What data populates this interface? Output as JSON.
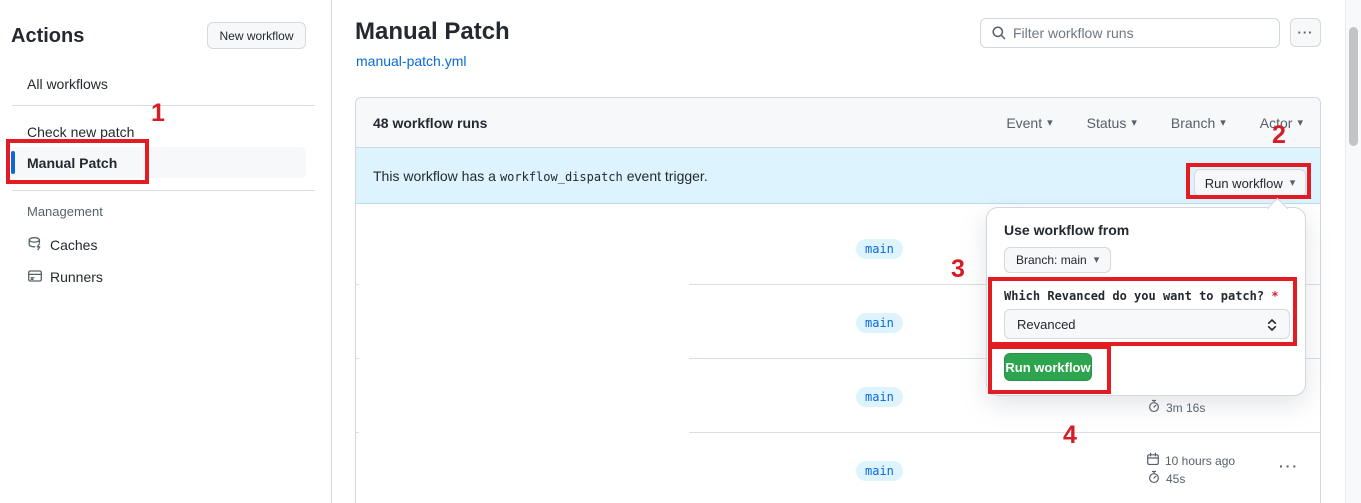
{
  "annotations": {
    "n1": "1",
    "n2": "2",
    "n3": "3",
    "n4": "4"
  },
  "icons": {
    "caret_down": "▾",
    "kebab": "···"
  },
  "colors": {
    "annotation_red": "#e31b23",
    "top_strip_orange": "#ff8d76",
    "link_blue": "#0969da",
    "banner_blue": "#ddf4ff",
    "button_green": "#2da44e",
    "selected_accent": "#0969da"
  },
  "sidebar": {
    "title": "Actions",
    "new_workflow_button": "New workflow",
    "items": [
      {
        "label": "All workflows"
      },
      {
        "label": "Check new patch"
      },
      {
        "label": "Manual Patch",
        "selected": true
      }
    ],
    "management": {
      "heading": "Management",
      "items": [
        {
          "label": "Caches",
          "icon": "cache-icon"
        },
        {
          "label": "Runners",
          "icon": "runners-icon"
        }
      ]
    }
  },
  "header": {
    "title": "Manual Patch",
    "file_link": "manual-patch.yml",
    "filter_placeholder": "Filter workflow runs"
  },
  "panel": {
    "count_label": "48 workflow runs",
    "filters": [
      "Event",
      "Status",
      "Branch",
      "Actor"
    ],
    "banner": {
      "prefix": "This workflow has a",
      "code": "workflow_dispatch",
      "suffix": "event trigger."
    },
    "run_workflow_label": "Run workflow",
    "rows": [
      {
        "branch": "main"
      },
      {
        "branch": "main"
      },
      {
        "branch": "main",
        "duration": "3m 16s"
      },
      {
        "branch": "main",
        "date": "10 hours ago",
        "duration": "45s"
      }
    ]
  },
  "popup": {
    "title": "Use workflow from",
    "branch_button": "Branch: main",
    "input_label": "Which Revanced do you want to patch?",
    "required_mark": "*",
    "select_value": "Revanced",
    "run_button": "Run workflow"
  }
}
